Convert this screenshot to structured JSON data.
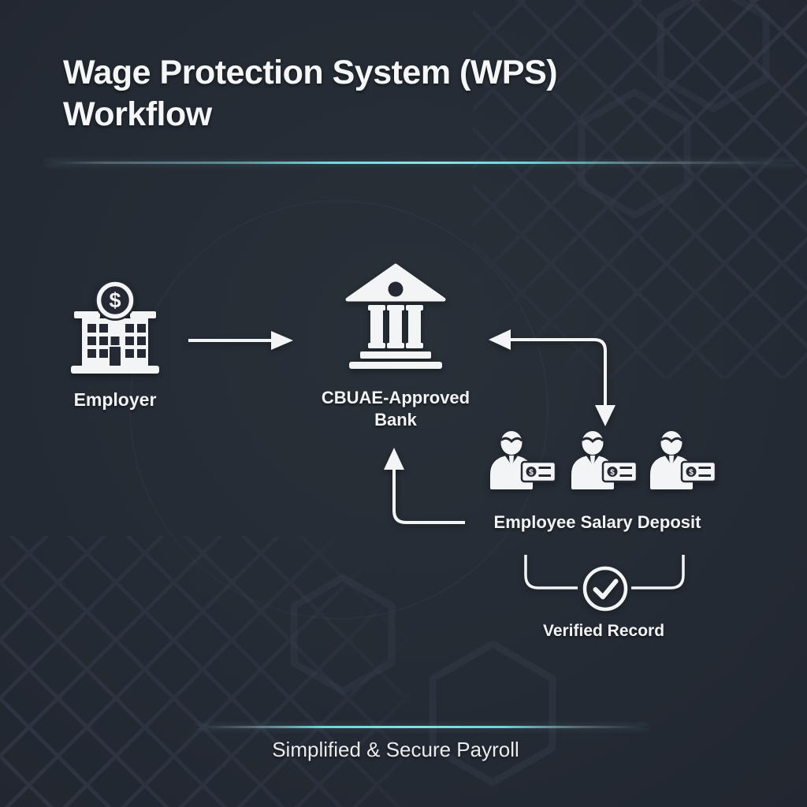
{
  "title": "Wage Protection System (WPS) Workflow",
  "footer": {
    "tagline": "Simplified & Secure Payroll"
  },
  "diagram": {
    "nodes": {
      "employer": {
        "label": "Employer",
        "icon": "office-building-dollar-icon",
        "badge_symbol": "$"
      },
      "bank": {
        "label": "CBUAE-Approved Bank",
        "icon": "bank-building-icon"
      },
      "employees": {
        "label": "Employee Salary Deposit",
        "icon": "employee-salary-card-icon",
        "count": 3,
        "card_symbol": "$"
      },
      "verified": {
        "label": "Verified Record",
        "icon": "check-circle-icon"
      }
    },
    "flows": [
      {
        "from": "Employer",
        "to": "CBUAE-Approved Bank",
        "type": "straight-arrow-right"
      },
      {
        "from": "CBUAE-Approved Bank",
        "to": "Employee Salary Deposit",
        "type": "elbow-arrow-double-headed"
      },
      {
        "from": "Employee Salary Deposit",
        "to": "CBUAE-Approved Bank",
        "type": "elbow-arrow-up"
      },
      {
        "from": "Employee Salary Deposit",
        "to": "Verified Record",
        "type": "bracket-merge"
      }
    ]
  },
  "colors": {
    "background": "#232833",
    "foreground": "#f3f4f6",
    "accent_teal": "#74d6de",
    "pattern_line": "#3a4150"
  }
}
